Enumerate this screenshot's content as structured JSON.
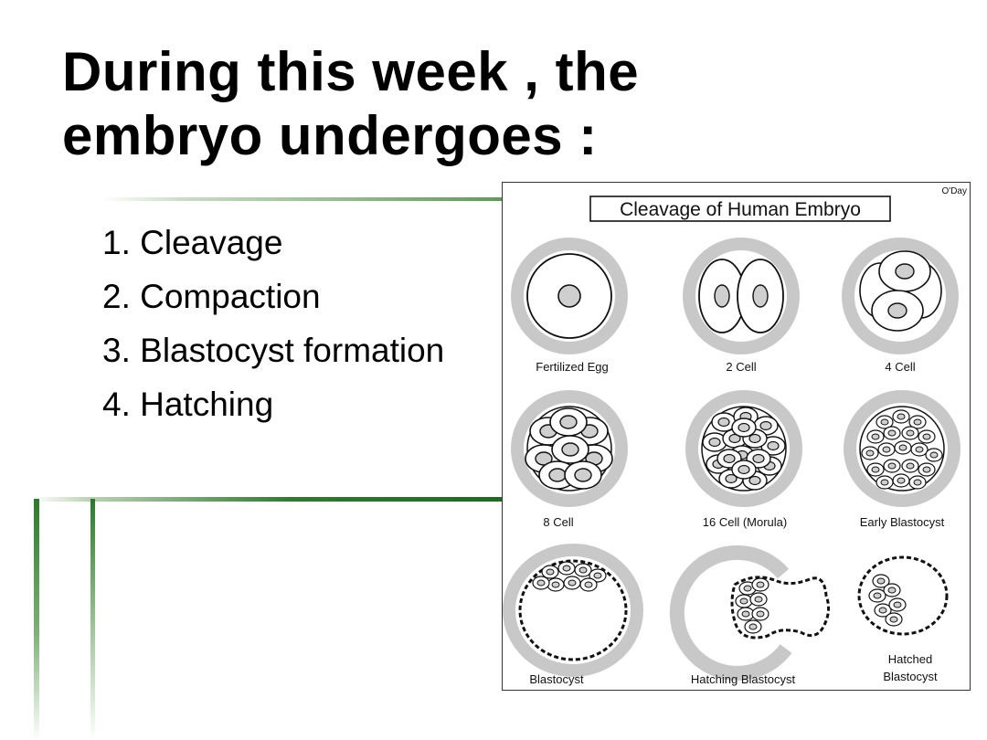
{
  "slide": {
    "title_line1": "During this week , the",
    "title_line2": "embryo undergoes :",
    "items": [
      "1. Cleavage",
      "2. Compaction",
      "3. Blastocyst formation",
      "4. Hatching"
    ]
  },
  "figure": {
    "title": "Cleavage of Human Embryo",
    "credit": "O'Day",
    "stages": [
      "Fertilized Egg",
      "2 Cell",
      "4 Cell",
      "8 Cell",
      "16 Cell (Morula)",
      "Early Blastocyst",
      "Blastocyst",
      "Hatching Blastocyst",
      "Hatched",
      "Blastocyst"
    ]
  },
  "colors": {
    "accent_green": "#2f7a2f",
    "zona_gray": "#c8c8c8"
  }
}
